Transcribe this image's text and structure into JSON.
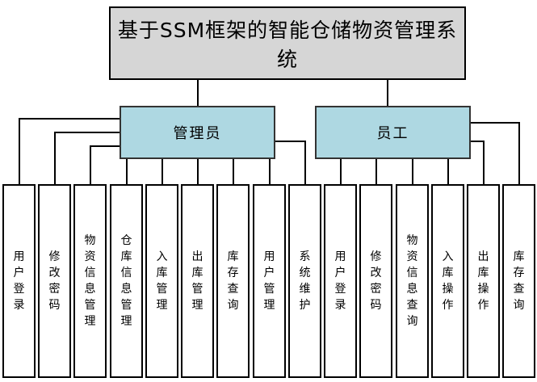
{
  "diagram": {
    "root": "基于SSM框架的智能仓储物资管理系统",
    "groups": [
      {
        "label": "管理员"
      },
      {
        "label": "员工"
      }
    ],
    "leaves": [
      {
        "label": "用户登录",
        "parent": "管理员"
      },
      {
        "label": "修改密码",
        "parent": "管理员"
      },
      {
        "label": "物资信息管理",
        "parent": "管理员"
      },
      {
        "label": "仓库信息管理",
        "parent": "管理员"
      },
      {
        "label": "入库管理",
        "parent": "管理员"
      },
      {
        "label": "出库管理",
        "parent": "管理员"
      },
      {
        "label": "库存查询",
        "parent": "管理员"
      },
      {
        "label": "用户管理",
        "parent": "管理员"
      },
      {
        "label": "系统维护",
        "parent": "管理员"
      },
      {
        "label": "用户登录",
        "parent": "员工"
      },
      {
        "label": "修改密码",
        "parent": "员工"
      },
      {
        "label": "物资信息查询",
        "parent": "员工"
      },
      {
        "label": "入库操作",
        "parent": "员工"
      },
      {
        "label": "出库操作",
        "parent": "员工"
      },
      {
        "label": "库存查询",
        "parent": "员工"
      }
    ],
    "colors": {
      "root_fill": "#d6d6d6",
      "group_fill": "#aed8e2",
      "leaf_fill": "#ffffff",
      "border": "#000000",
      "line": "#000000"
    }
  }
}
